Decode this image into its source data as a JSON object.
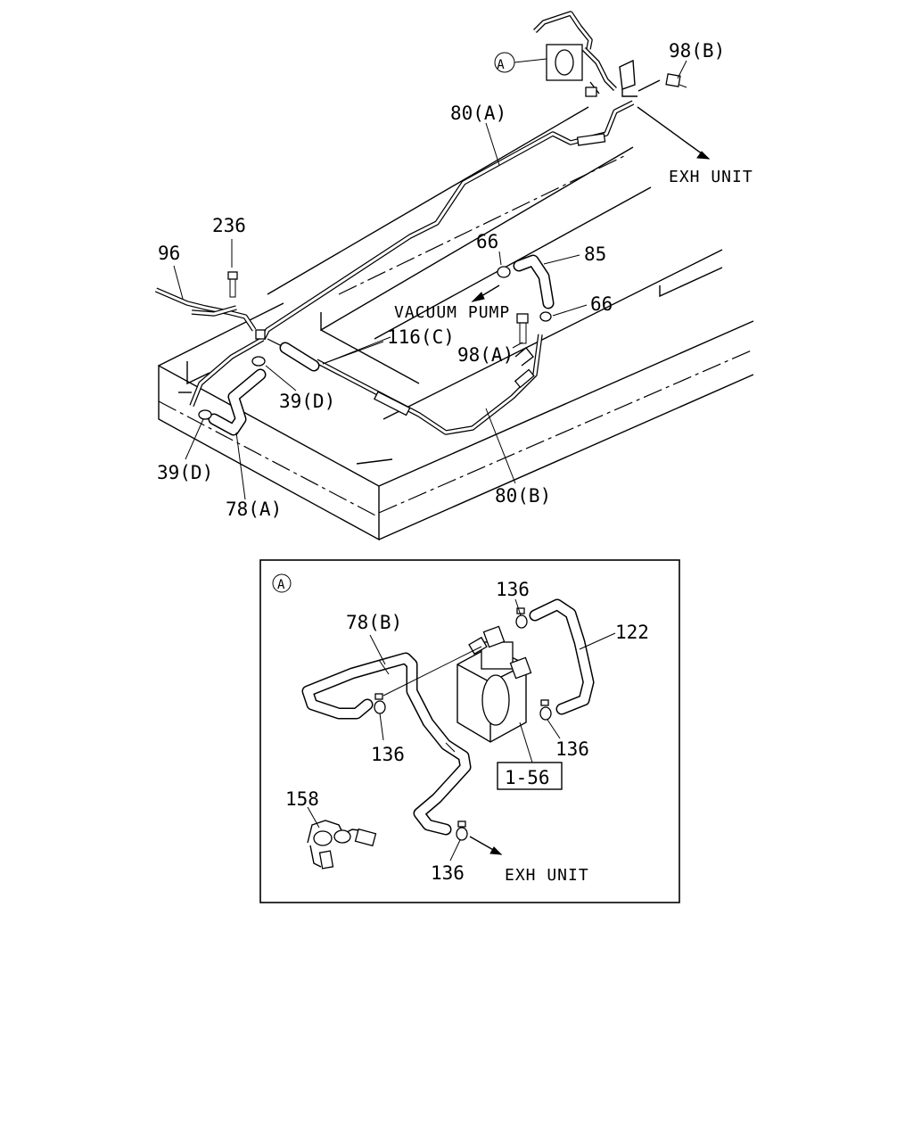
{
  "labels": {
    "p98b": "98(B)",
    "p80a": "80(A)",
    "exh_top": "EXH UNIT",
    "p236": "236",
    "p96": "96",
    "p66a": "66",
    "p85": "85",
    "vacuum": "VACUUM PUMP",
    "p66b": "66",
    "p116c": "116(C)",
    "p98a": "98(A)",
    "p39d_r": "39(D)",
    "p39d_l": "39(D)",
    "p78a": "78(A)",
    "p80b": "80(B)",
    "p136_top": "136",
    "p122": "122",
    "p78b": "78(B)",
    "p136_left": "136",
    "p136_right": "136",
    "ref_box": "1-56",
    "p158": "158",
    "p136_bottom": "136",
    "exh_detail": "EXH UNIT",
    "callout_a": "A",
    "detail_a": "A"
  }
}
